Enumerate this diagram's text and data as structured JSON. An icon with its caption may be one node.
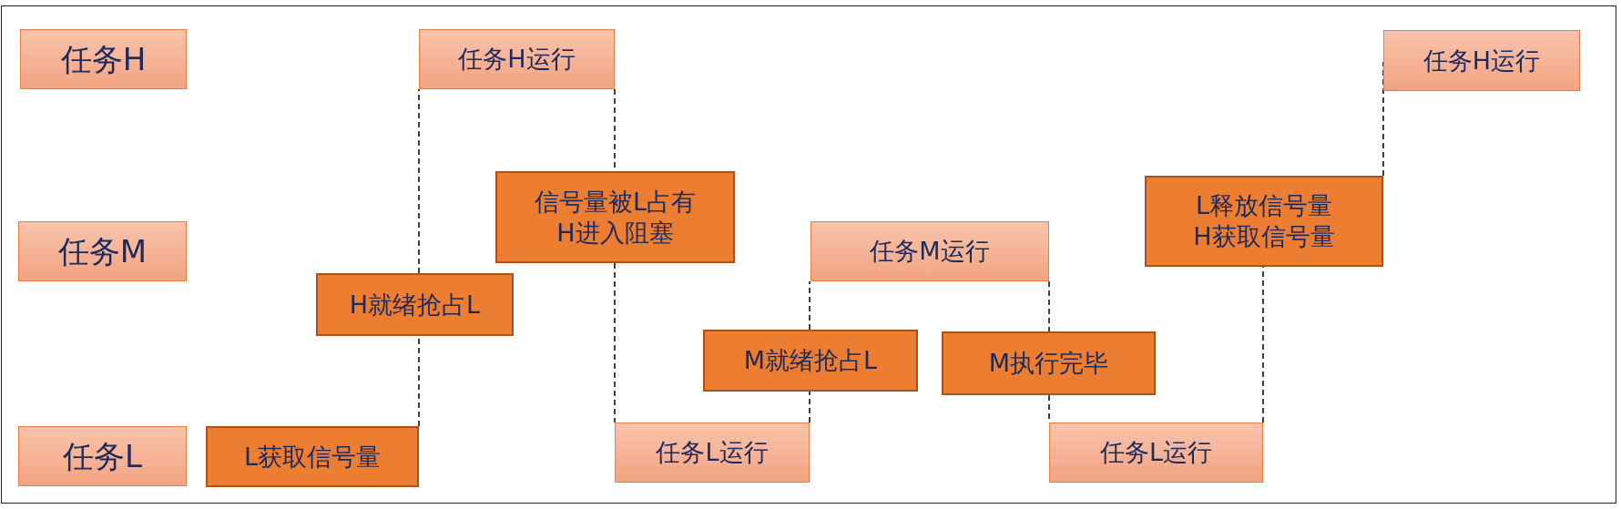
{
  "diagram": {
    "nodes": [
      {
        "text": [
          "任务H"
        ]
      },
      {
        "text": [
          "任务M"
        ]
      },
      {
        "text": [
          "任务L"
        ]
      },
      {
        "text": [
          "任务H运行"
        ]
      },
      {
        "text": [
          "信号量被L占有H进入阻塞"
        ]
      },
      {
        "text": [
          "H就绪抢占L"
        ]
      },
      {
        "text": [
          "L获取信号量"
        ]
      },
      {
        "text": [
          "任务L运行"
        ]
      },
      {
        "text": [
          "任务M运行"
        ]
      },
      {
        "text": [
          "M就绪抢占L"
        ]
      },
      {
        "text": [
          "M执行完毕"
        ]
      },
      {
        "text": [
          "任务L运行"
        ]
      },
      {
        "text": [
          "L释放信号量H获取信号量"
        ]
      },
      {
        "text": [
          "任务H运行"
        ]
      }
    ],
    "edges": [
      {
        "from": 6,
        "to": 5,
        "arrow": "none",
        "style": "dashed"
      },
      {
        "from": 5,
        "to": 3,
        "arrow": "none",
        "style": "dashed"
      },
      {
        "from": 3,
        "to": 4,
        "arrow": "none",
        "style": "dashed"
      },
      {
        "from": 4,
        "to": 7,
        "arrow": "none",
        "style": "dashed"
      },
      {
        "from": 7,
        "to": 9,
        "arrow": "none",
        "style": "dashed"
      },
      {
        "from": 9,
        "to": 8,
        "arrow": "none",
        "style": "dashed"
      },
      {
        "from": 8,
        "to": 10,
        "arrow": "none",
        "style": "dashed"
      },
      {
        "from": 10,
        "to": 11,
        "arrow": "none",
        "style": "dashed"
      },
      {
        "from": 11,
        "to": 12,
        "arrow": "none",
        "style": "dashed"
      },
      {
        "from": 12,
        "to": 13,
        "arrow": "none",
        "style": "dashed"
      }
    ]
  }
}
